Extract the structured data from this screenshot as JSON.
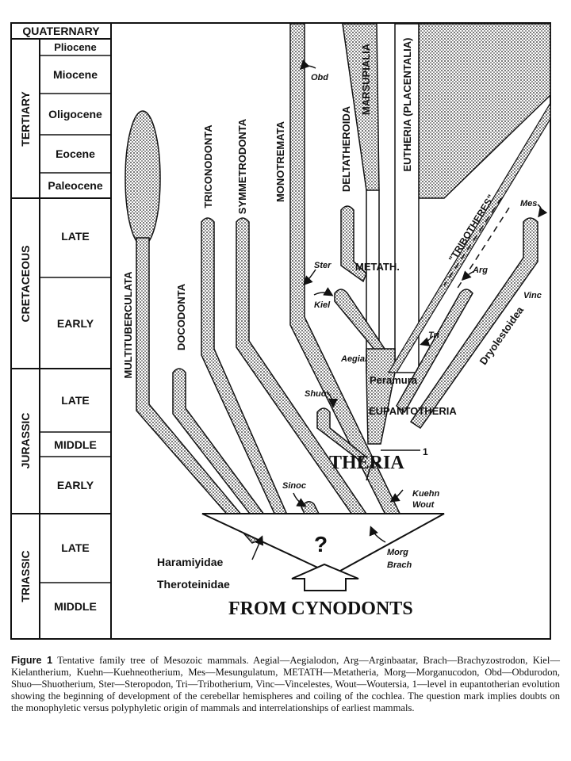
{
  "timescale": {
    "quaternary": "QUATERNARY",
    "tertiary": "TERTIARY",
    "pliocene": "Pliocene",
    "miocene": "Miocene",
    "oligocene": "Oligocene",
    "eocene": "Eocene",
    "paleocene": "Paleocene",
    "cretaceous": "CRETACEOUS",
    "cret_late": "LATE",
    "cret_early": "EARLY",
    "jurassic": "JURASSIC",
    "jur_late": "LATE",
    "jur_middle": "MIDDLE",
    "jur_early": "EARLY",
    "triassic": "TRIASSIC",
    "tri_late": "LATE",
    "tri_middle": "MIDDLE"
  },
  "lineages": {
    "multituberculata": "MULTITUBERCULATA",
    "docodonta": "DOCODONTA",
    "triconodonta": "TRICONODONTA",
    "symmetrodonta": "SYMMETRODONTA",
    "monotremata": "MONOTREMATA",
    "deltatheroida": "DELTATHEROIDA",
    "marsupialia": "MARSUPIALIA",
    "eutheria": "EUTHERIA (PLACENTALIA)",
    "tribotheres": "\"TRIBOTHERES\"",
    "dryolestoidea": "Dryolestoidea",
    "metath": "METATH.",
    "peramura": "Peramura",
    "eupantotheria": "EUPANTOTHERIA",
    "theria": "THERIA",
    "theria_marker": "1"
  },
  "taxa": {
    "obd": "Obd",
    "ster": "Ster",
    "kiel": "Kiel",
    "aegial": "Aegial",
    "shuo": "Shuo",
    "tri": "Tri",
    "arg": "Arg",
    "mes": "Mes",
    "vinc": "Vinc",
    "sinoc": "Sinoc",
    "kuehn": "Kuehn",
    "wout": "Wout",
    "morg": "Morg",
    "brach": "Brach"
  },
  "origin": {
    "question": "?",
    "haramiyidae": "Haramiyidae",
    "theroteinidae": "Theroteinidae",
    "from": "FROM CYNODONTS"
  },
  "caption": {
    "label": "Figure 1",
    "text": "Tentative family tree of Mesozoic mammals. Aegial—Aegialodon, Arg—Arginbaatar, Brach—Brachyzostrodon, Kiel—Kielantherium, Kuehn—Kuehneotherium, Mes—Mesungulatum, METATH—Metatheria, Morg—Morganucodon, Obd—Obdurodon, Shuo—Shuotherium, Ster—Steropodon, Tri—Tribotherium, Vinc—Vincelestes, Wout—Woutersia, 1—level in eupantotherian evolution showing the beginning of development of the cerebellar hemispheres and coiling of the cochlea. The question mark implies doubts on the monophyletic versus polyphyletic origin of mammals and interrelationships of earliest mammals."
  },
  "colors": {
    "ink": "#111111",
    "dots": "#b8b8b8",
    "paper": "#ffffff"
  }
}
